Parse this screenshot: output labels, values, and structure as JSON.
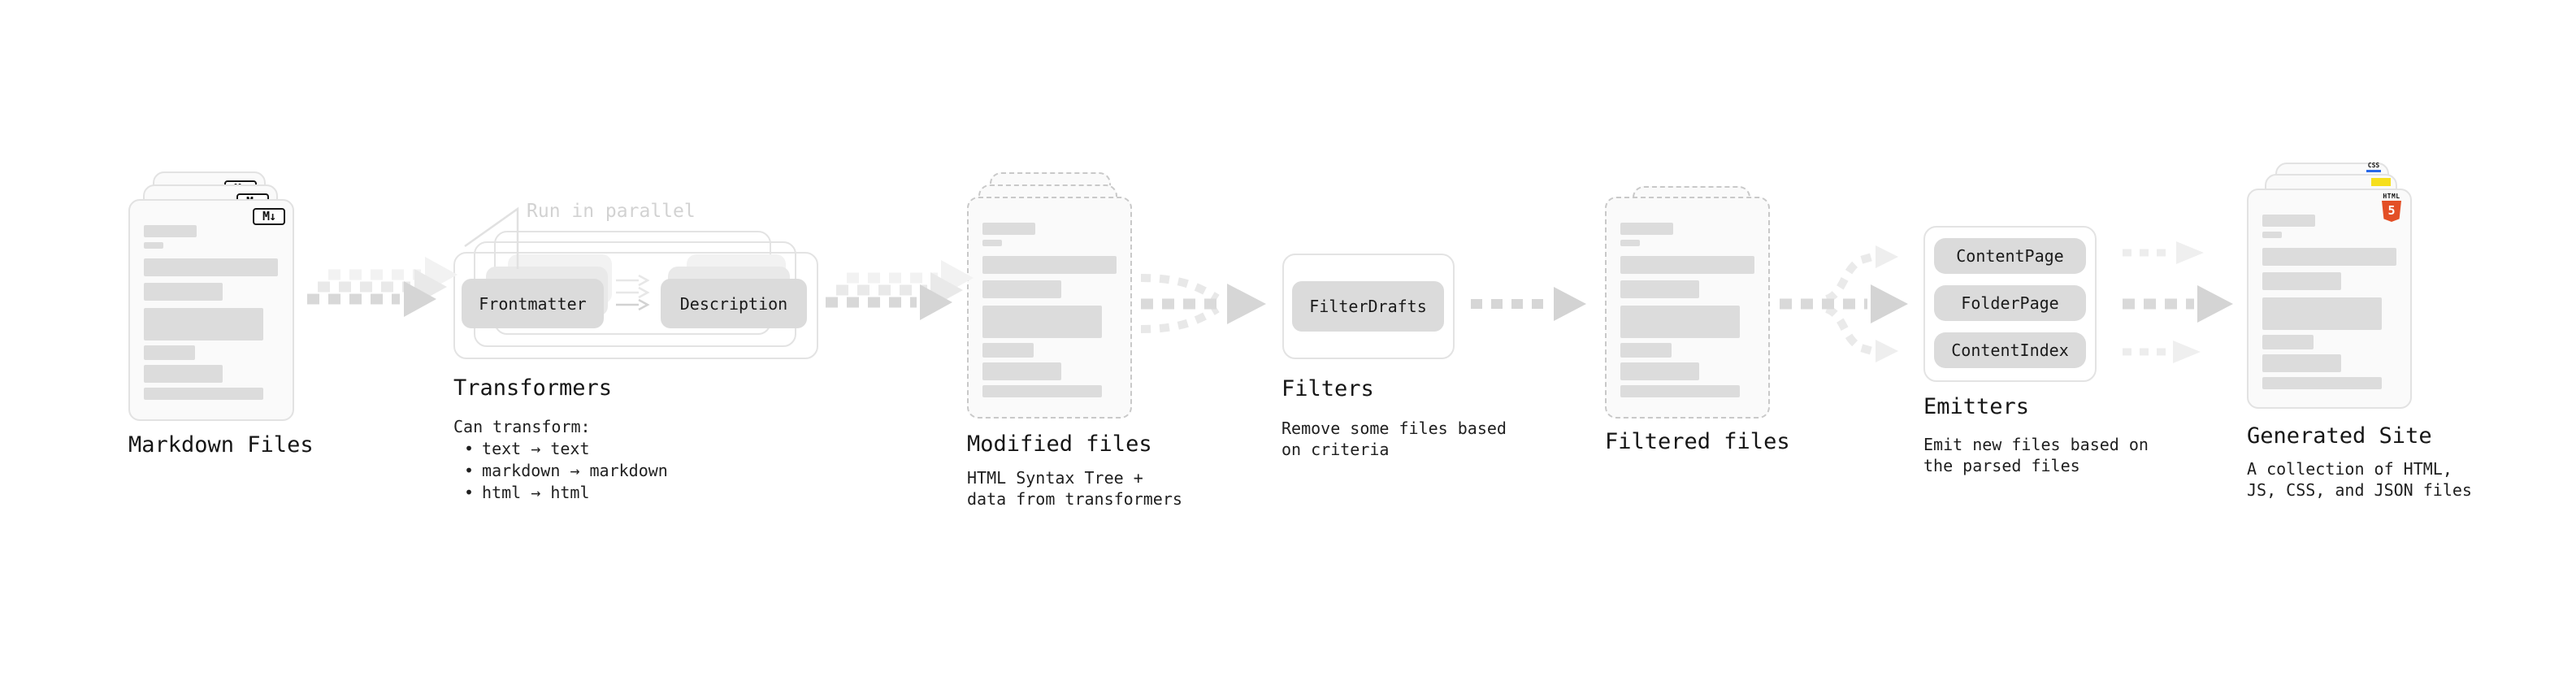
{
  "diagram": {
    "markdown_files": {
      "title": "Markdown Files",
      "badge": "M↓"
    },
    "transformers": {
      "title": "Transformers",
      "parallel_label": "Run in parallel",
      "boxes": [
        "Frontmatter",
        "Description"
      ],
      "subtitle": "Can transform:",
      "bullet_char": "•",
      "bullets": [
        "text → text",
        "markdown → markdown",
        "html → html"
      ]
    },
    "modified_files": {
      "title": "Modified files",
      "subtitle_lines": [
        "HTML Syntax Tree +",
        "data from transformers"
      ]
    },
    "filters": {
      "title": "Filters",
      "boxes": [
        "FilterDrafts"
      ],
      "subtitle_lines": [
        "Remove some files based",
        "on criteria"
      ]
    },
    "filtered_files": {
      "title": "Filtered files"
    },
    "emitters": {
      "title": "Emitters",
      "boxes": [
        "ContentPage",
        "FolderPage",
        "ContentIndex"
      ],
      "subtitle_lines": [
        "Emit new files based on",
        "the parsed files"
      ]
    },
    "generated_site": {
      "title": "Generated Site",
      "subtitle_lines": [
        "A collection of HTML,",
        "JS, CSS, and JSON files"
      ],
      "badges": {
        "css": "CSS",
        "html_label": "HTML",
        "html_number": "5"
      }
    }
  },
  "colors": {
    "html5_orange": "#e34f26",
    "css_blue": "#2868e8",
    "js_yellow": "#f6df1c"
  }
}
